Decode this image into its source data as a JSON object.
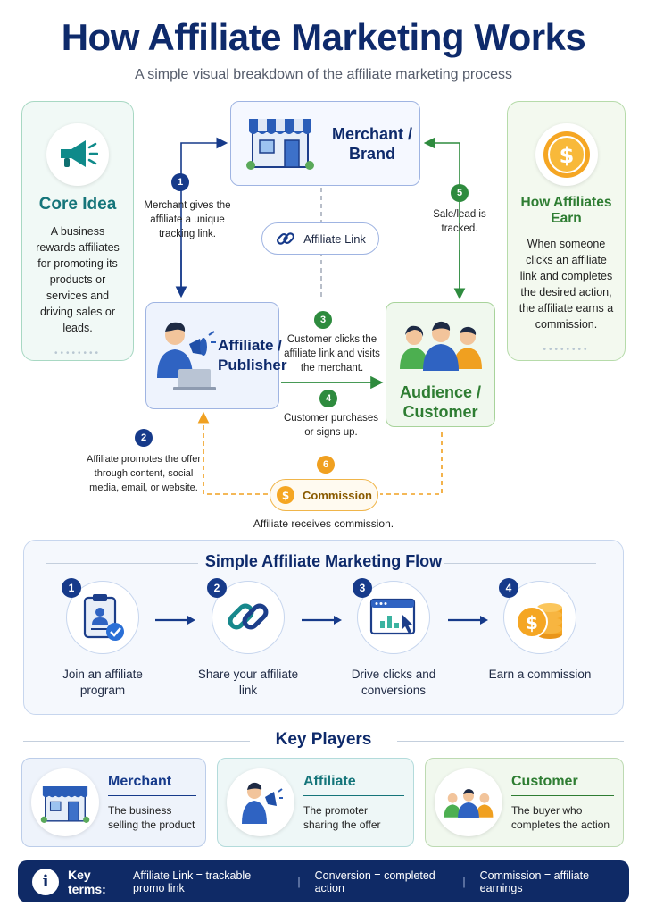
{
  "header": {
    "title": "How Affiliate Marketing Works",
    "subtitle": "A simple visual breakdown of the affiliate marketing process"
  },
  "core_idea": {
    "title": "Core Idea",
    "text": "A business rewards affiliates for promoting its products or services and driving sales or leads.",
    "icon": "megaphone-icon"
  },
  "how_earn": {
    "title": "How Affiliates Earn",
    "text": "When someone clicks an affiliate link and completes the desired action, the affiliate earns a commission.",
    "icon": "dollar-coin-icon"
  },
  "diagram": {
    "merchant": "Merchant / Brand",
    "affiliate": "Affiliate / Publisher",
    "audience": "Audience / Customer",
    "affiliate_link": "Affiliate Link",
    "commission": "Commission",
    "commission_note": "Affiliate receives commission.",
    "steps": [
      {
        "num": "1",
        "text": "Merchant gives the affiliate a unique tracking link.",
        "color": "#163a8a"
      },
      {
        "num": "2",
        "text": "Affiliate promotes the offer through content, social media, email, or website.",
        "color": "#163a8a"
      },
      {
        "num": "3",
        "text": "Customer clicks the affiliate link and visits the merchant.",
        "color": "#2e8b3e"
      },
      {
        "num": "4",
        "text": "Customer purchases or signs up.",
        "color": "#2e8b3e"
      },
      {
        "num": "5",
        "text": "Sale/lead is tracked.",
        "color": "#2e8b3e"
      },
      {
        "num": "6",
        "text": "",
        "color": "#f0a020"
      }
    ]
  },
  "flow": {
    "title": "Simple Affiliate Marketing Flow",
    "steps": [
      {
        "num": "1",
        "label": "Join an affiliate program",
        "icon": "clipboard-check-icon"
      },
      {
        "num": "2",
        "label": "Share your affiliate link",
        "icon": "chain-link-icon"
      },
      {
        "num": "3",
        "label": "Drive clicks and conversions",
        "icon": "browser-click-icon"
      },
      {
        "num": "4",
        "label": "Earn a commission",
        "icon": "coin-stack-icon"
      }
    ]
  },
  "key_players": {
    "title": "Key Players",
    "items": [
      {
        "name": "Merchant",
        "desc": "The business selling the product",
        "color": "#163a8a",
        "icon": "storefront-icon"
      },
      {
        "name": "Affiliate",
        "desc": "The promoter sharing the offer",
        "color": "#15757a",
        "icon": "megaphone-person-icon"
      },
      {
        "name": "Customer",
        "desc": "The buyer who completes the action",
        "color": "#2e7d32",
        "icon": "people-icon"
      }
    ]
  },
  "key_terms": {
    "label": "Key terms:",
    "t1": "Affiliate Link = trackable promo link",
    "t2": "Conversion = completed action",
    "t3": "Commission = affiliate earnings",
    "sep": "|"
  },
  "colors": {
    "navy": "#0e2a6b",
    "teal": "#15757a",
    "green": "#2e8b3e",
    "orange": "#f0a020"
  }
}
